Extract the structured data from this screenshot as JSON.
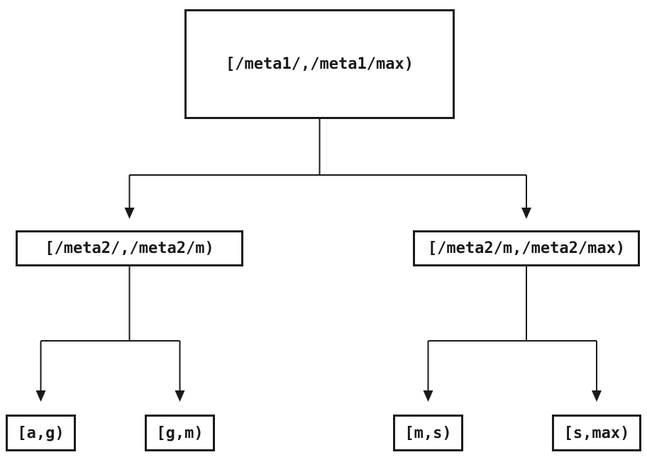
{
  "colors": {
    "background": "#ffffff",
    "line": "#1a1a1a",
    "text": "#1a1a1a",
    "nodefill": "#ffffff"
  },
  "tree": {
    "type": "interval-partition-tree",
    "root": {
      "label": "[/meta1/,/meta1/max)"
    },
    "children": [
      {
        "label": "[/meta2/,/meta2/m)"
      },
      {
        "label": "[/meta2/m,/meta2/max)"
      }
    ],
    "leaves": [
      {
        "label": "[a,g)",
        "parent": "[/meta2/,/meta2/m)"
      },
      {
        "label": "[g,m)",
        "parent": "[/meta2/,/meta2/m)"
      },
      {
        "label": "[m,s)",
        "parent": "[/meta2/m,/meta2/max)"
      },
      {
        "label": "[s,max)",
        "parent": "[/meta2/m,/meta2/max)"
      }
    ]
  }
}
